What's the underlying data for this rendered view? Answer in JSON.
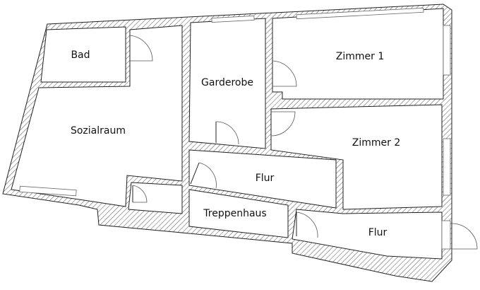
{
  "rooms": {
    "bad": "Bad",
    "sozialraum": "Sozialraum",
    "garderobe": "Garderobe",
    "zimmer1": "Zimmer 1",
    "zimmer2": "Zimmer 2",
    "flur_upper": "Flur",
    "treppenhaus": "Treppenhaus",
    "flur_lower": "Flur"
  },
  "colors": {
    "wall_stroke": "#222222",
    "hatch": "#555555",
    "background": "#ffffff"
  }
}
